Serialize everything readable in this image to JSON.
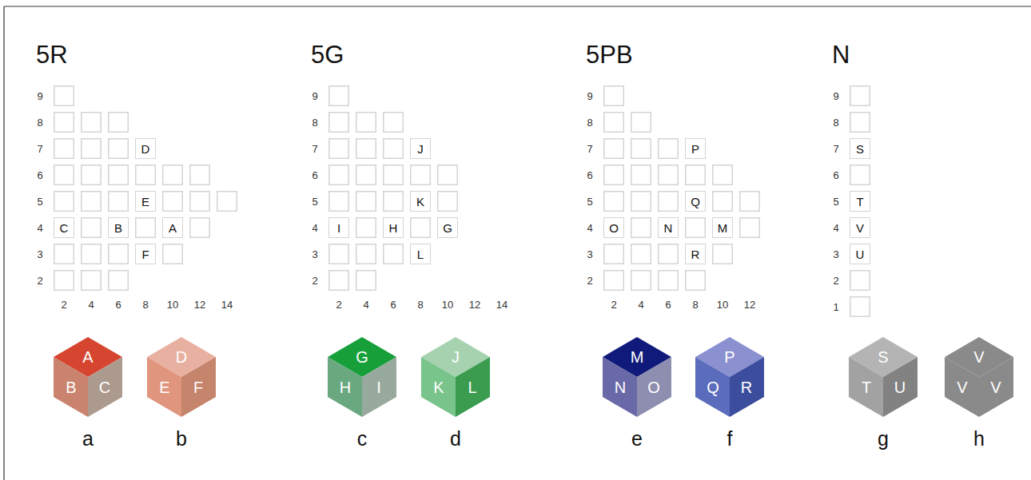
{
  "diagram": {
    "nodes": [
      {
        "text": [
          "D"
        ]
      },
      {
        "text": [
          "E"
        ]
      },
      {
        "text": [
          "C"
        ]
      },
      {
        "text": [
          "B"
        ]
      },
      {
        "text": [
          "A"
        ]
      },
      {
        "text": [
          "F"
        ]
      },
      {
        "text": [
          "J"
        ]
      },
      {
        "text": [
          "K"
        ]
      },
      {
        "text": [
          "I"
        ]
      },
      {
        "text": [
          "H"
        ]
      },
      {
        "text": [
          "G"
        ]
      },
      {
        "text": [
          "L"
        ]
      },
      {
        "text": [
          "P"
        ]
      },
      {
        "text": [
          "Q"
        ]
      },
      {
        "text": [
          "O"
        ]
      },
      {
        "text": [
          "N"
        ]
      },
      {
        "text": [
          "M"
        ]
      },
      {
        "text": [
          "R"
        ]
      },
      {
        "text": [
          "S"
        ]
      },
      {
        "text": [
          "T"
        ]
      },
      {
        "text": [
          "V"
        ]
      },
      {
        "text": [
          "U"
        ]
      }
    ],
    "labels": [
      "5R",
      "9",
      "8",
      "7",
      "6",
      "5",
      "4",
      "3",
      "2",
      "2",
      "4",
      "6",
      "8",
      "10",
      "12",
      "14",
      "5G",
      "9",
      "8",
      "7",
      "6",
      "5",
      "4",
      "3",
      "2",
      "2",
      "4",
      "6",
      "8",
      "10",
      "12",
      "14",
      "5PB",
      "9",
      "8",
      "7",
      "6",
      "5",
      "4",
      "3",
      "2",
      "2",
      "4",
      "6",
      "8",
      "10",
      "12",
      "N",
      "9",
      "8",
      "7",
      "6",
      "5",
      "4",
      "3",
      "2",
      "1",
      "A",
      "B",
      "C",
      "D",
      "E",
      "F",
      "G",
      "H",
      "I",
      "J",
      "K",
      "L",
      "M",
      "N",
      "O",
      "P",
      "Q",
      "R",
      "S",
      "T",
      "U",
      "V",
      "V",
      "V",
      "a",
      "b",
      "c",
      "d",
      "e",
      "f",
      "g",
      "h"
    ]
  }
}
